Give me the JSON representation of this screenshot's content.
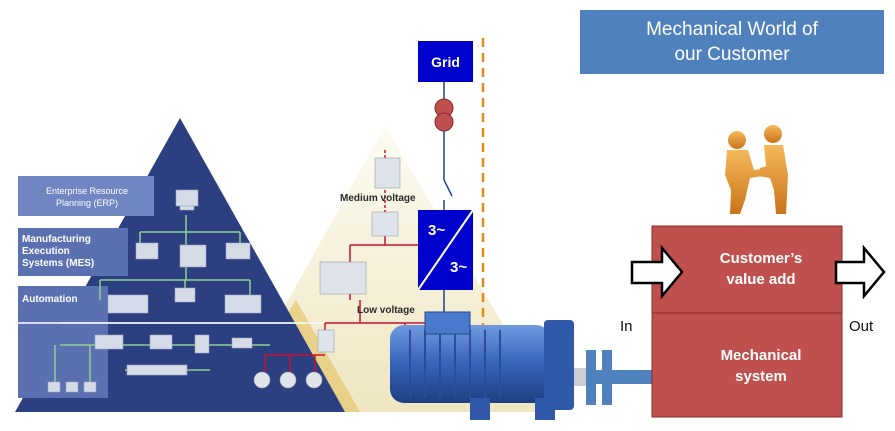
{
  "header": {
    "title_line1": "Mechanical World of",
    "title_line2": "our Customer"
  },
  "automation_pyramid": {
    "layers": [
      {
        "line1": "Enterprise Resource",
        "line2": "Planning (ERP)"
      },
      {
        "line1": "Manufacturing",
        "line2": "Execution",
        "line3": "Systems (MES)"
      },
      {
        "line1": "Automation"
      }
    ]
  },
  "power_pyramid": {
    "grid_label": "Grid",
    "medium_voltage_label": "Medium voltage",
    "low_voltage_label": "Low voltage",
    "converter_in": "3~",
    "converter_out": "3~"
  },
  "mechanical_system": {
    "value_add_line1": "Customer’s",
    "value_add_line2": "value add",
    "system_line1": "Mechanical",
    "system_line2": "system",
    "in_label": "In",
    "out_label": "Out"
  },
  "colors": {
    "pyramid_blue": "#2c3f80",
    "pyramid_band": "#6f85bf",
    "light_pyramid": "#f6f0d8",
    "grid_blue": "#0000cc",
    "mech_red": "#c0504d",
    "title_blue": "#4f81bd",
    "dashed_orange": "#e38b1a",
    "motor_blue": "#3f6fc6"
  }
}
